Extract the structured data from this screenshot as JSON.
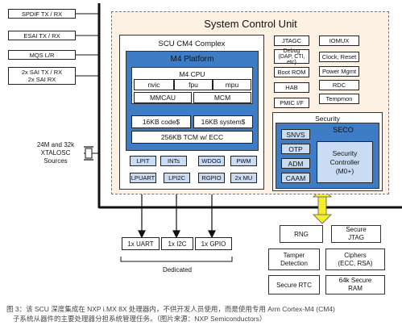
{
  "left_interfaces": [
    {
      "label": "SPDIF TX / RX"
    },
    {
      "label": "ESAI TX / RX"
    },
    {
      "label": "MQS L/R"
    },
    {
      "label": "2x SAI TX / RX\n2x SAI RX"
    }
  ],
  "xtalosc": "24M and 32k\nXTALOSC\nSources",
  "scu": {
    "title": "System Control Unit",
    "cm4_complex": "SCU CM4 Complex",
    "m4_platform": "M4 Platform",
    "m4_cpu": "M4 CPU",
    "nvic": "nvic",
    "fpu": "fpu",
    "mpu": "mpu",
    "mmcau": "MMCAU",
    "mcm": "MCM",
    "code": "16KB code$",
    "system": "16KB system$",
    "tcm": "256KB TCM w/ ECC",
    "peripherals_row1": [
      "LPIT",
      "INTs",
      "WDOG",
      "PWM"
    ],
    "peripherals_row2": [
      "LPUART",
      "LPI2C",
      "RGPIO",
      "2x MU"
    ],
    "right_blocks": [
      {
        "left": "JTAGC",
        "right": "IOMUX"
      },
      {
        "left": "Debug\n(DAP, CTI, etc)",
        "right": "Clock, Reset"
      },
      {
        "left": "Boot ROM",
        "right": "Power Mgmt"
      },
      {
        "left": "HAB",
        "right": "RDC"
      },
      {
        "left": "PMIC I/F",
        "right": "Tempmon"
      }
    ],
    "security": "Security",
    "seco": "SECO",
    "seco_blocks": [
      "SNVS",
      "OTP",
      "ADM",
      "CAAM"
    ],
    "security_controller": "Security\nController\n(M0+)"
  },
  "dedicated": {
    "items": [
      "1x UART",
      "1x I2C",
      "1x GPIO"
    ],
    "label": "Dedicated"
  },
  "external_security": [
    {
      "label": "RNG"
    },
    {
      "label": "Secure\nJTAG"
    },
    {
      "label": "Tamper\nDetection"
    },
    {
      "label": "Ciphers\n(ECC, RSA)"
    },
    {
      "label": "Secure RTC"
    },
    {
      "label": "64k Secure\nRAM"
    }
  ],
  "caption": {
    "line1": "图 3：该 SCU 深度集成在 NXP i.MX 8X 处理器内，不供开发人员使用，而是使用专用 Arm Cortex-M4 (CM4)",
    "line2": "子系统从器件的主要处理器分担系统管理任务。（图片来源：NXP Semiconductors）"
  }
}
